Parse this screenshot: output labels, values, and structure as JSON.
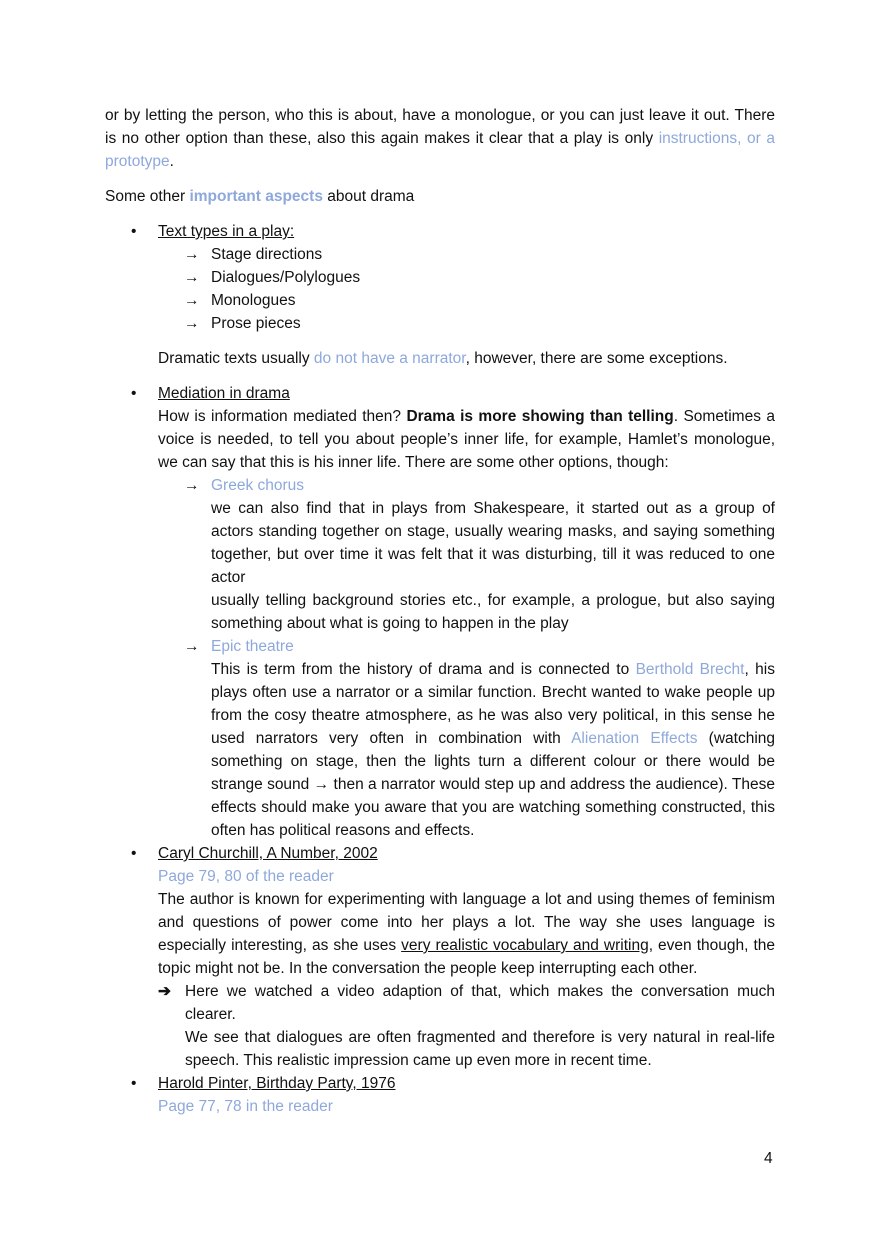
{
  "intro": {
    "line1": "or by letting the person, who this is about, have a monologue, or you can just leave it out. There is no other option than these, also this again makes it clear that a play is only ",
    "highlight": "instructions, or a prototype",
    "tail": "."
  },
  "aspects_heading": {
    "prefix": "Some other ",
    "highlight": "important aspects",
    "suffix": " about drama"
  },
  "section_text_types": {
    "title": "Text types in a play:",
    "items": [
      "Stage directions",
      "Dialogues/Polylogues",
      "Monologues",
      "Prose pieces"
    ],
    "note_prefix": "Dramatic texts usually ",
    "note_highlight": "do not have a narrator",
    "note_suffix": ", however, there are some exceptions."
  },
  "section_mediation": {
    "title": "Mediation in drama",
    "para_prefix": "How is information mediated then? ",
    "para_bold": "Drama is more showing than telling",
    "para_suffix": ". Sometimes a voice is needed, to tell you about people’s inner life, for example, Hamlet’s monologue, we can say that this is his inner life. There are some other options, though:",
    "greek_chorus": {
      "title": "Greek chorus",
      "text1": "we can also find that in plays from Shakespeare, it started out as a group of actors standing together on stage, usually wearing masks, and saying something together, but over time it was felt that it was disturbing, till it was reduced to one actor",
      "text2": "usually telling background stories etc., for example, a prologue, but also saying something about what is going to happen in the play"
    },
    "epic_theatre": {
      "title": "Epic theatre",
      "t1": "This is term from the history of drama and is connected to ",
      "h1": "Berthold Brecht",
      "t2": ", his plays often use a narrator or a similar function. Brecht wanted to wake people up from the cosy theatre atmosphere, as he was also very political, in this sense he used narrators very often in combination with ",
      "h2": "Alienation Effects",
      "t3": " (watching something on stage, then the lights turn a different colour or there would be strange sound → then a narrator would step up and address the audience). These effects should make you aware that you are watching something constructed, this often has political reasons and effects."
    }
  },
  "section_churchill": {
    "title": "Caryl Churchill, A Number, 2002",
    "reader_ref": "Page 79, 80 of the reader",
    "p_prefix": "The author is known for experimenting with language a lot and using themes of feminism and questions of power come into her plays a lot. The way she uses language is especially interesting, as she uses ",
    "p_underline": "very realistic vocabulary and writing",
    "p_suffix": ", even though, the topic might not be. In the conversation the people keep interrupting each other.",
    "arrow_text": "Here we watched a video adaption of that, which makes the conversation much clearer.",
    "arrow_text2": "We see that dialogues are often fragmented and therefore is very natural in real-life speech. This realistic impression came up even more in recent time."
  },
  "section_pinter": {
    "title": "Harold Pinter, Birthday Party, 1976",
    "reader_ref": "Page 77, 78 in the reader"
  },
  "glyphs": {
    "bullet": "•",
    "arrow": "→",
    "bold_arrow": "➔"
  },
  "colors": {
    "accent": "#8ea8dc",
    "text": "#111111"
  },
  "page_number": "4"
}
